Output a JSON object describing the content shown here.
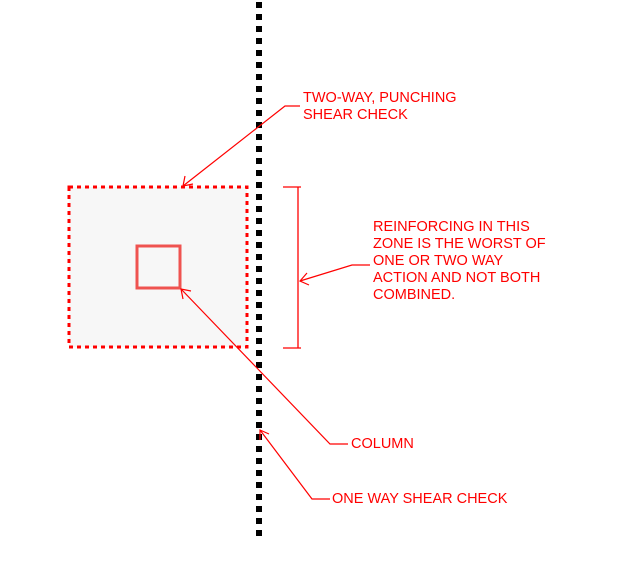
{
  "colors": {
    "annotation": "#ff0000",
    "column_outline": "#ef5350",
    "section_line": "#000000",
    "zone_fill": "#f7f7f7"
  },
  "labels": {
    "two_way": [
      "TWO-WAY, PUNCHING",
      "SHEAR CHECK"
    ],
    "reinforcing": [
      "REINFORCING IN THIS",
      "ZONE IS THE WORST OF",
      "ONE OR TWO WAY",
      "ACTION AND NOT BOTH",
      "COMBINED."
    ],
    "column": "COLUMN",
    "one_way": "ONE WAY SHEAR CHECK"
  }
}
